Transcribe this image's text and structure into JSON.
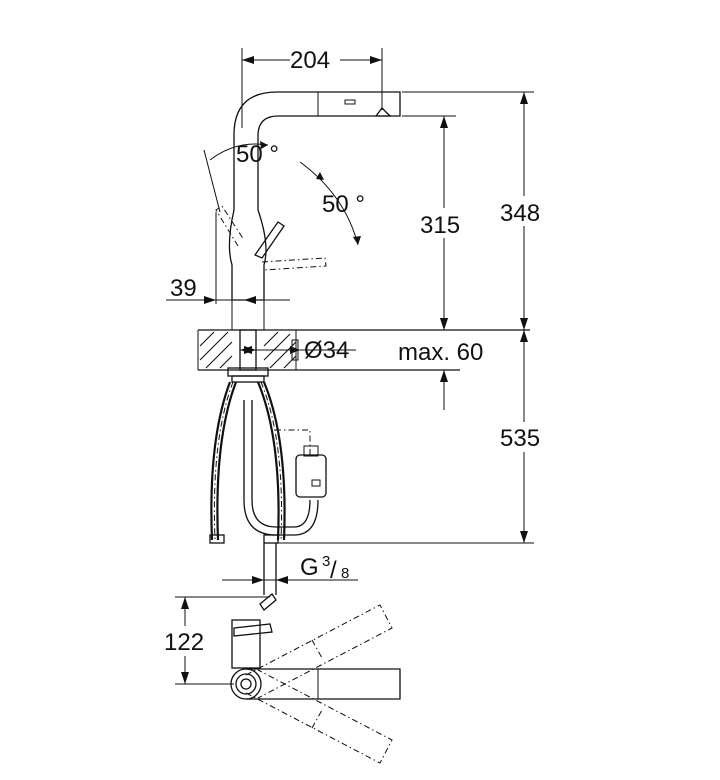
{
  "dimensions": {
    "spout_reach": "204",
    "swivel_angle_left": "50 °",
    "swivel_angle_right": "50 °",
    "spout_height": "315",
    "total_height": "348",
    "handle_offset": "39",
    "hole_diameter": "Ø34",
    "max_deck_thickness": "max. 60",
    "hose_length": "535",
    "connection_thread_letter": "G",
    "connection_thread_num": "3",
    "connection_thread_den": "8",
    "top_view_depth": "122"
  },
  "colors": {
    "line": "#111111",
    "background": "#ffffff"
  }
}
